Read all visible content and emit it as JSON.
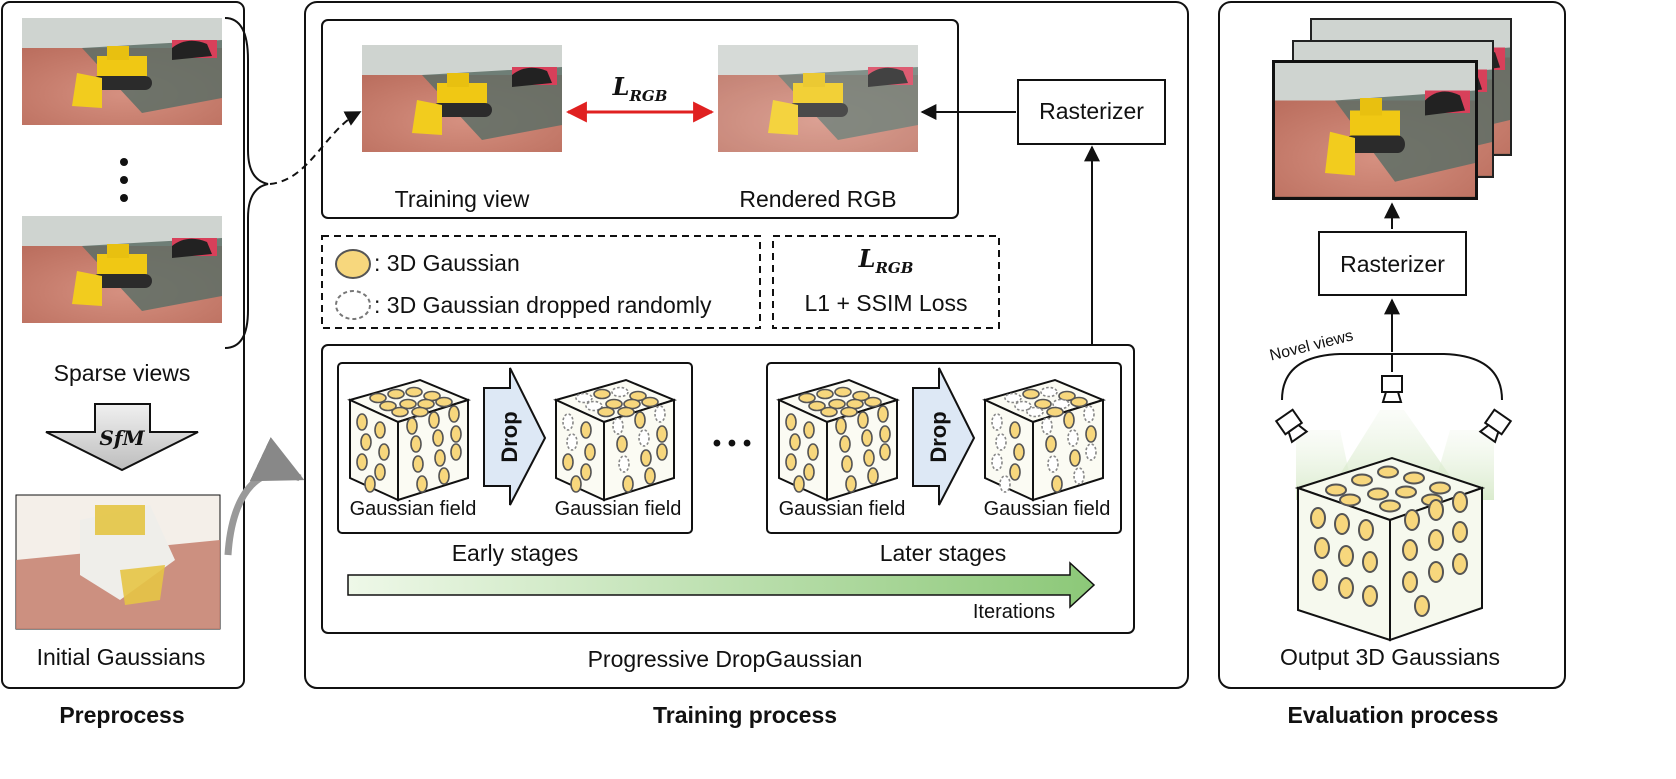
{
  "preprocess": {
    "section_title": "Preprocess",
    "sparse_views_label": "Sparse views",
    "sfm_label": "SfM",
    "initial_gaussians_label": "Initial Gaussians"
  },
  "training": {
    "section_title": "Training process",
    "training_view_label": "Training view",
    "rendered_rgb_label": "Rendered RGB",
    "loss_arrow_label": "L",
    "loss_arrow_sub": "RGB",
    "rasterizer_label": "Rasterizer",
    "legend": {
      "gaussian": ": 3D Gaussian",
      "dropped": ": 3D Gaussian dropped randomly"
    },
    "loss_box": {
      "symbol": "L",
      "sub": "RGB",
      "desc": "L1 + SSIM Loss"
    },
    "stages": {
      "early": "Early stages",
      "later": "Later stages",
      "ellipsis": "• • •",
      "gaussian_field": "Gaussian field",
      "drop": "Drop",
      "iterations": "Iterations"
    },
    "footer": "Progressive DropGaussian"
  },
  "evaluation": {
    "section_title": "Evaluation process",
    "rasterizer_label": "Rasterizer",
    "novel_views_label": "Novel views",
    "output_label": "Output 3D Gaussians"
  },
  "colors": {
    "gaussian_fill": "#f7d77d",
    "gaussian_stroke": "#555555",
    "loss_arrow": "#e02020",
    "drop_arrow_fill": "#dde8f5",
    "iterations_start": "#eef8e8",
    "iterations_end": "#8cc878"
  }
}
